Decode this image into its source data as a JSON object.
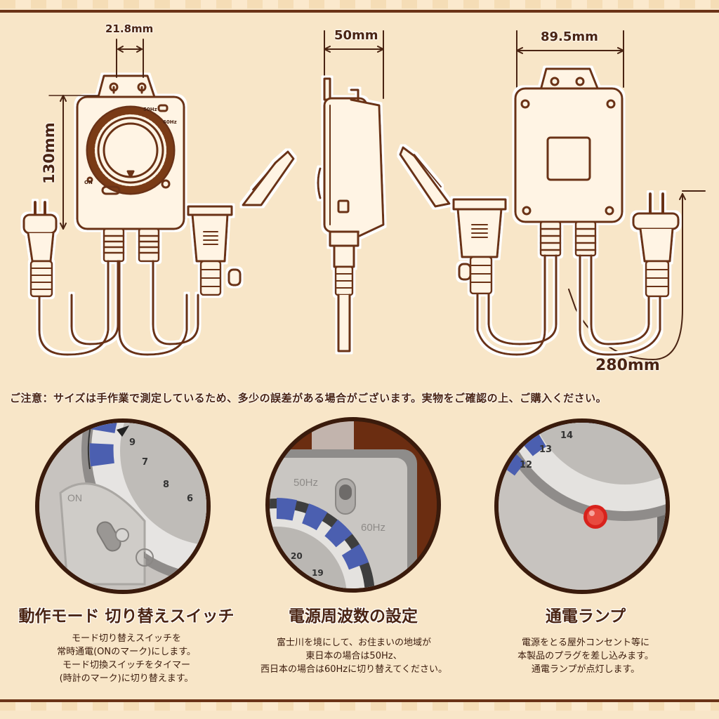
{
  "dimensions": {
    "width_top": "21.8mm",
    "height_left": "130mm",
    "depth_side": "50mm",
    "width_back": "89.5mm",
    "cord_length": "280mm"
  },
  "device_labels": {
    "hz50": "50Hz",
    "hz60": "60Hz",
    "on": "ON"
  },
  "notice": "ご注意：サイズは手作業で測定しているため、多少の誤差がある場合がございます。実物をご確認の上、ご購入ください。",
  "features": [
    {
      "title": "動作モード 切り替えスイッチ",
      "lines": [
        "モード切り替えスイッチを",
        "常時通電(ONのマーク)にします。",
        "モード切換スイッチをタイマー",
        "(時計のマーク)に切り替えます。"
      ],
      "zoom_labels": {
        "on": "ON",
        "n7": "7",
        "n8": "8",
        "n6": "6",
        "n9": "9"
      }
    },
    {
      "title": "電源周波数の設定",
      "lines": [
        "富士川を境にして、お住まいの地域が",
        "東日本の場合は50Hz、",
        "西日本の場合は60Hzに切り替えてください。"
      ],
      "zoom_labels": {
        "hz50": "50Hz",
        "hz60": "60Hz",
        "n20": "20",
        "n19": "19"
      }
    },
    {
      "title": "通電ランプ",
      "lines": [
        "電源をとる屋外コンセント等に",
        "本製品のプラグを差し込みます。",
        "通電ランプが点灯します。"
      ],
      "zoom_labels": {
        "n12": "12",
        "n13": "13",
        "n14": "14"
      }
    }
  ],
  "colors": {
    "background": "#f8e6c8",
    "outline": "#6b3317",
    "dial_blue": "#4b5fb0",
    "lamp_red": "#d8221c",
    "device_gray": "#c9c6c2"
  }
}
